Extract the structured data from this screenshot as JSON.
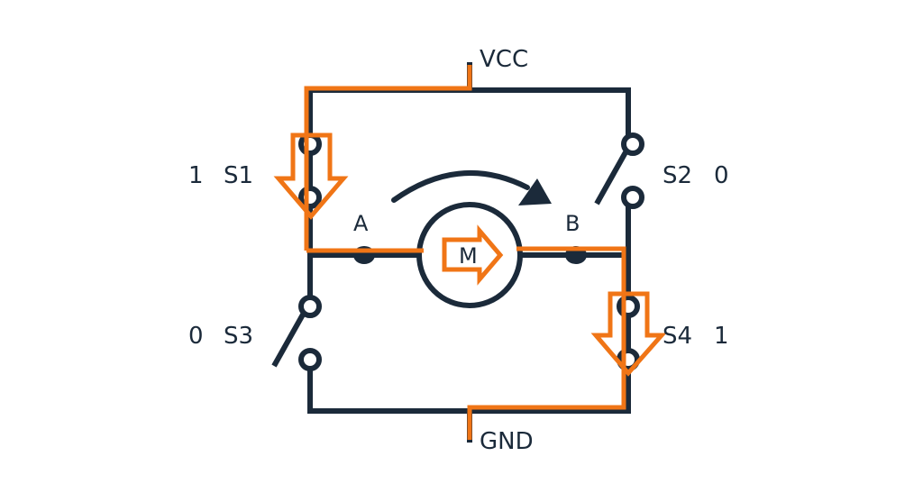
{
  "title": "",
  "supply": {
    "vcc_label": "VCC",
    "gnd_label": "GND"
  },
  "nodes": {
    "a_label": "A",
    "b_label": "B"
  },
  "motor": {
    "label": "M"
  },
  "switches": {
    "s1": {
      "name": "S1",
      "state": "1"
    },
    "s2": {
      "name": "S2",
      "state": "0"
    },
    "s3": {
      "name": "S3",
      "state": "0"
    },
    "s4": {
      "name": "S4",
      "state": "1"
    }
  },
  "colors": {
    "wire": "#1b2a3a",
    "current_path": "#f07516",
    "background": "#ffffff"
  },
  "icons": {
    "rotation": "curved-arrow-icon",
    "current": "down-arrow-icon",
    "motor_direction": "right-arrow-icon"
  }
}
